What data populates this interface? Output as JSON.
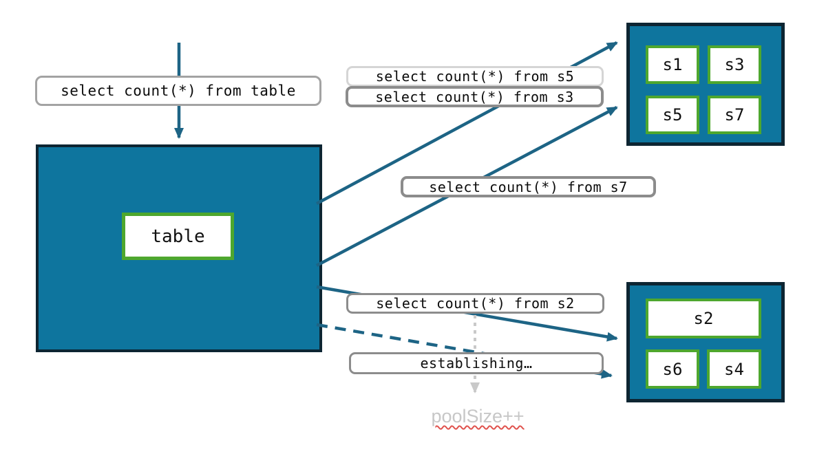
{
  "labels": {
    "query_table": "select count(*) from table",
    "query_s5": "select count(*) from s5",
    "query_s3": "select count(*) from s3",
    "query_s7": "select count(*) from s7",
    "query_s2": "select count(*) from s2",
    "establishing": "establishing…",
    "pool_size": "poolSize++"
  },
  "nodes": {
    "table": {
      "label": "table"
    },
    "shard_group_top": {
      "shards": [
        "s1",
        "s3",
        "s5",
        "s7"
      ]
    },
    "shard_group_bottom": {
      "shards": [
        "s2",
        "s6",
        "s4"
      ]
    }
  },
  "colors": {
    "teal_fill": "#0e759e",
    "dark_border": "#0d2532",
    "green_border": "#4ea72e",
    "arrow_teal": "#1d6485",
    "label_border": "#8c8c8c",
    "label_border_light": "#d5d5d5",
    "dotted_gray": "#c9c9c9",
    "muted_gray": "#c7c7c7",
    "squiggle_red": "#e0524d"
  }
}
